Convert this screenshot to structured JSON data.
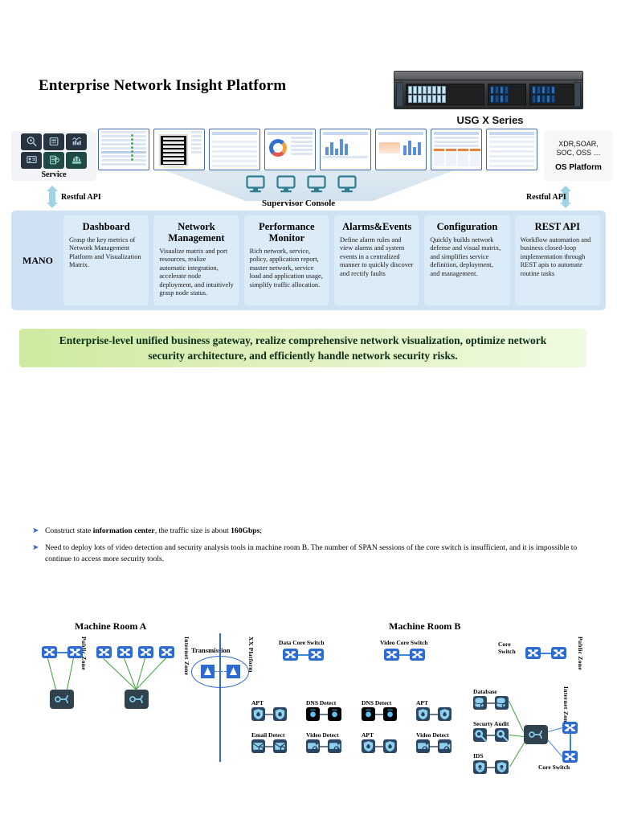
{
  "page": {
    "title": "Enterprise Network Insight Platform"
  },
  "appliance": {
    "label": "USG X Series",
    "icon": "rack-switch-appliance"
  },
  "service_panel": {
    "label": "Service",
    "icons": [
      "search-lightning-icon",
      "server-rack-icon",
      "bar-chart-icon",
      "id-card-monitor-icon",
      "document-gauge-icon",
      "network-topology-icon"
    ]
  },
  "os_panel": {
    "line1": "XDR,SOAR,",
    "line2": "SOC, OSS …",
    "label": "OS Platform"
  },
  "arrows": {
    "left_label": "Restful API",
    "right_label": "Restful API",
    "color": "#9ed3e8"
  },
  "console": {
    "label": "Supervisor Console",
    "monitor_count": 4,
    "icon": "monitor-icon"
  },
  "thumbnails": [
    {
      "name": "table-dashboard-thumbnail"
    },
    {
      "name": "dark-console-thumbnail"
    },
    {
      "name": "matrix-report-thumbnail"
    },
    {
      "name": "donut-chart-thumbnail"
    },
    {
      "name": "bar-chart-thumbnail"
    },
    {
      "name": "trend-chart-thumbnail"
    },
    {
      "name": "card-grid-thumbnail"
    },
    {
      "name": "data-grid-thumbnail"
    }
  ],
  "mano": {
    "label": "MANO",
    "columns": [
      {
        "title": "Dashboard",
        "body": "Grasp the key metrics of Network Management Platform and Visualization Matrix."
      },
      {
        "title": "Network Management",
        "body": "Visualize matrix and port resources, realize automatic integration, accelerate node deployment, and intuitively grasp node status."
      },
      {
        "title": "Performance Monitor",
        "body": "Rich network, service, policy, application report, master network, service load and application usage, simplify traffic allocation."
      },
      {
        "title": "Alarms&Events",
        "body": "Define alarm rules and view alarms and system events in a centralized manner to quickly discover and rectify faults"
      },
      {
        "title": "Configuration",
        "body": "Quickly builds network defense and visual matrix, and simplifies service definition, deployment, and management."
      },
      {
        "title": "REST API",
        "body": "Workflow automation and business closed-loop implementation through REST apis to automate routine tasks"
      }
    ]
  },
  "banner": {
    "text": "Enterprise-level unified business gateway, realize comprehensive network visualization, optimize network security architecture, and efficiently handle network security risks.",
    "color": "#cdeaa0"
  },
  "bullets": [
    {
      "marker": "➤",
      "parts": [
        {
          "t": "Construct state ",
          "b": false
        },
        {
          "t": "information center",
          "b": true
        },
        {
          "t": ", the traffic size is about ",
          "b": false
        },
        {
          "t": "160Gbps",
          "b": true
        },
        {
          "t": ";",
          "b": false
        }
      ]
    },
    {
      "marker": "➤",
      "parts": [
        {
          "t": "Need to deploy lots of video detection and security analysis tools in machine room B. The number of SPAN sessions of the core switch is insufficient, and it is impossible to continue to access more security tools.",
          "b": false
        }
      ]
    }
  ],
  "diagram": {
    "room_a_title": "Machine Room A",
    "room_b_title": "Machine Room B",
    "labels": {
      "public_zone_a": "Public Zone",
      "internet_zone_a": "Internet Zone",
      "transmission": "Transmission",
      "xx_platform": "XX Platform",
      "data_core_switch": "Data Core Switch",
      "video_core_switch": "Video Core Switch",
      "core_switch_top": "Core Switch",
      "core_switch_bottom": "Core Switch",
      "public_zone_b": "Public Zone",
      "internet_zone_b": "Internet Zone",
      "database": "Database",
      "security_audit": "Securty Audit",
      "ids": "IDS"
    },
    "tool_groups": [
      {
        "label": "APT",
        "icon": "shield-icon",
        "style": "blue"
      },
      {
        "label": "DNS Detect",
        "icon": "camera-icon",
        "style": "black"
      },
      {
        "label": "DNS Detect",
        "icon": "camera-icon",
        "style": "black"
      },
      {
        "label": "APT",
        "icon": "shield-icon",
        "style": "blue"
      },
      {
        "label": "Email Detect",
        "icon": "mail-search-icon",
        "style": "blue"
      },
      {
        "label": "Video Detect",
        "icon": "video-search-icon",
        "style": "blue"
      },
      {
        "label": "APT",
        "icon": "shield-icon",
        "style": "blue"
      },
      {
        "label": "Video Detect",
        "icon": "video-search-icon",
        "style": "blue"
      }
    ],
    "right_tools": [
      {
        "label": "Database",
        "icon": "database-search-icon"
      },
      {
        "label": "Securty Audit",
        "icon": "audit-search-icon"
      },
      {
        "label": "IDS",
        "icon": "ids-shield-icon"
      }
    ]
  }
}
